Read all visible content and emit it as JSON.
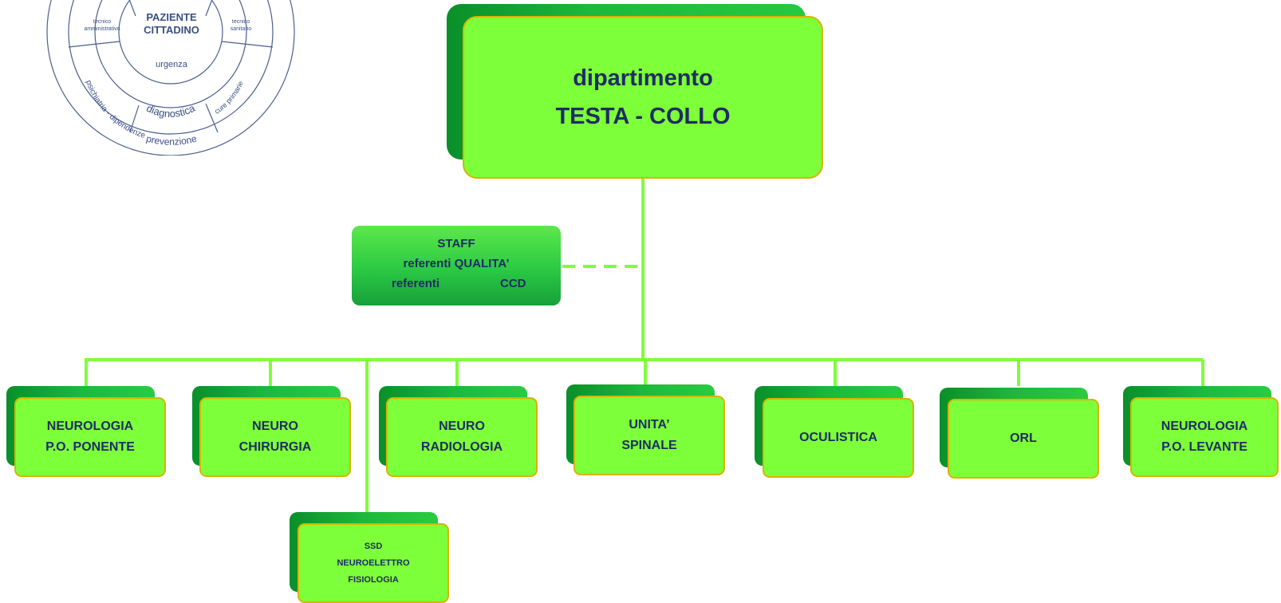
{
  "logo": {
    "center_line1": "PAZIENTE",
    "center_line2": "CITTADINO",
    "left_label_line1": "tecnico",
    "left_label_line2": "amministrativo",
    "right_label_line1": "tecnico",
    "right_label_line2": "sanitario",
    "ring_urgenza": "urgenza",
    "ring_diagnostica": "diagnostica",
    "sector_psichiatria": "psichiatria - dipendenze",
    "sector_cure_primarie": "cure primarie",
    "ring_prevenzione": "prevenzione",
    "colors": {
      "stroke": "#4a5f8f",
      "text": "#3a4f83"
    }
  },
  "department": {
    "line1": "dipartimento",
    "line2": "TESTA - COLLO"
  },
  "staff": {
    "line1": "STAFF",
    "line2": "referenti QUALITA’",
    "line3_left": "referenti",
    "line3_right": "CCD"
  },
  "units": [
    {
      "line1": "NEUROLOGIA",
      "line2": "P.O. PONENTE"
    },
    {
      "line1": "NEURO",
      "line2": "CHIRURGIA"
    },
    {
      "line1": "NEURO",
      "line2": "RADIOLOGIA"
    },
    {
      "line1": "UNITA’",
      "line2": "SPINALE"
    },
    {
      "line1": "OCULISTICA",
      "line2": ""
    },
    {
      "line1": "ORL",
      "line2": ""
    },
    {
      "line1": "NEUROLOGIA",
      "line2": "P.O. LEVANTE"
    }
  ],
  "ssd": {
    "line1": "SSD",
    "line2": "NEUROELETTRO",
    "line3": "FISIOLOGIA"
  },
  "colors": {
    "box_fill": "#7dff3a",
    "box_border": "#d9b400",
    "shadow_green": "#1db83c",
    "connector": "#7dff3a",
    "text": "#1f2d62"
  }
}
